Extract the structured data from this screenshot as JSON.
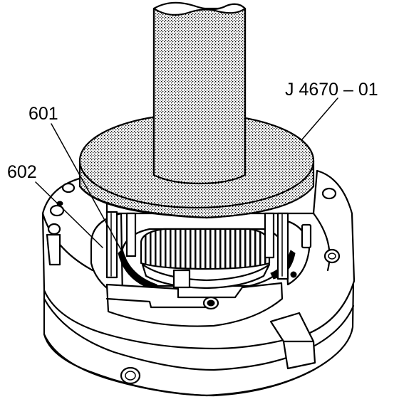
{
  "callouts": {
    "tool": "J 4670 – 01",
    "part_601": "601",
    "part_602": "602"
  },
  "colors": {
    "ink": "#000000",
    "paper": "#ffffff"
  }
}
